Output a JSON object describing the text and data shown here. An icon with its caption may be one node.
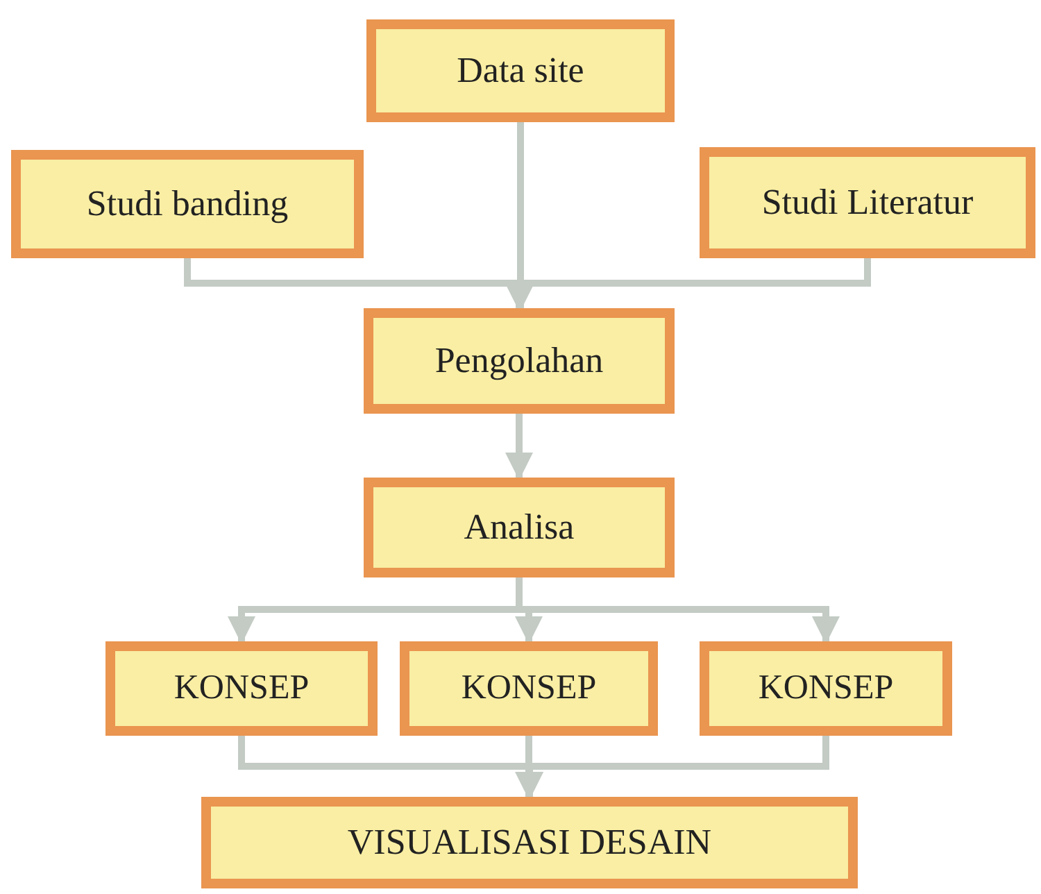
{
  "diagram": {
    "nodes": [
      {
        "text": [
          "Data site"
        ]
      },
      {
        "text": [
          "Studi banding"
        ]
      },
      {
        "text": [
          "Studi Literatur"
        ]
      },
      {
        "text": [
          "Pengolahan"
        ]
      },
      {
        "text": [
          "Analisa"
        ]
      },
      {
        "text": [
          "KONSEP"
        ]
      },
      {
        "text": [
          "KONSEP"
        ]
      },
      {
        "text": [
          "KONSEP"
        ]
      },
      {
        "text": [
          "VISUALISASI DESAIN"
        ]
      }
    ],
    "edges": [
      {
        "from": 0,
        "to": 3,
        "arrow": "to"
      },
      {
        "from": 1,
        "to": 3,
        "arrow": "to"
      },
      {
        "from": 2,
        "to": 3,
        "arrow": "to"
      },
      {
        "from": 3,
        "to": 4,
        "arrow": "to"
      },
      {
        "from": 4,
        "to": 5,
        "arrow": "to"
      },
      {
        "from": 4,
        "to": 6,
        "arrow": "to"
      },
      {
        "from": 4,
        "to": 7,
        "arrow": "to"
      },
      {
        "from": 5,
        "to": 8,
        "arrow": "to"
      },
      {
        "from": 6,
        "to": 8,
        "arrow": "to"
      },
      {
        "from": 7,
        "to": 8,
        "arrow": "to"
      }
    ]
  }
}
